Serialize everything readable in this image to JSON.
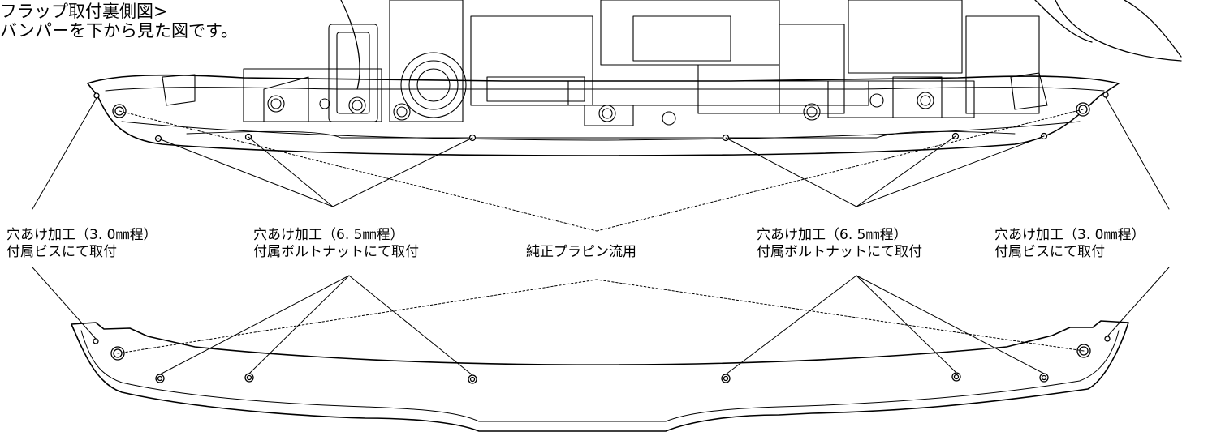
{
  "title": {
    "line1": "フラップ取付裏側図>",
    "line2": "バンパーを下から見た図です。"
  },
  "labels": {
    "left_outer": {
      "line1": "穴あけ加工（3. 0㎜程）",
      "line2": "付属ビスにて取付"
    },
    "left_inner": {
      "line1": "穴あけ加工（6. 5㎜程）",
      "line2": "付属ボルトナットにて取付"
    },
    "center": {
      "line1": "純正プラピン流用"
    },
    "right_inner": {
      "line1": "穴あけ加工（6. 5㎜程）",
      "line2": "付属ボルトナットにて取付"
    },
    "right_outer": {
      "line1": "穴あけ加工（3. 0㎜程）",
      "line2": "付属ビスにて取付"
    }
  }
}
